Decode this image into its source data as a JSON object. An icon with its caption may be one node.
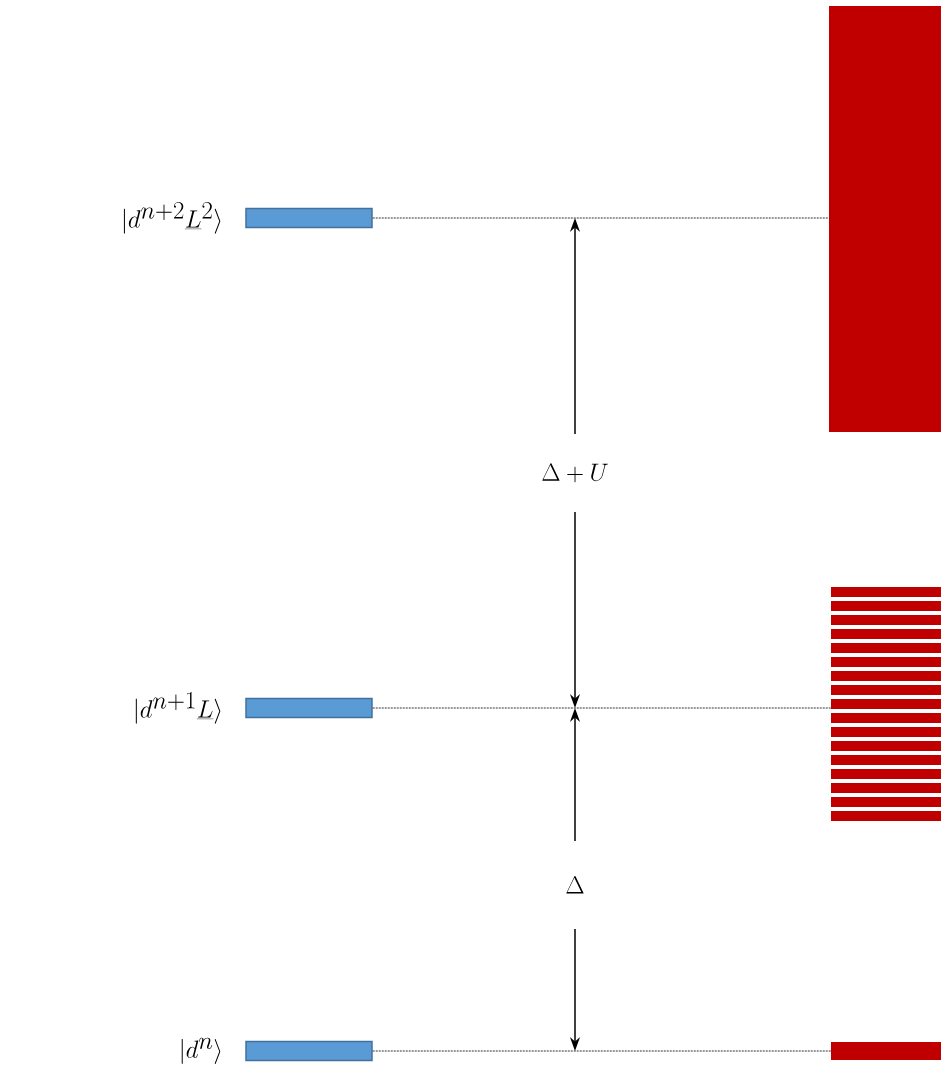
{
  "diagram": {
    "nodes": [
      {
        "text": [
          "|d^{n+2}\\underline{L}^{2}\\rangle"
        ]
      },
      {
        "text": [],
        "shape": "box"
      },
      {
        "text": [
          "|d^{n+1}\\underline{L}\\rangle"
        ]
      },
      {
        "text": [],
        "shape": "bands"
      },
      {
        "text": [
          "|d^{n}\\rangle"
        ]
      },
      {
        "text": [],
        "shape": "bar"
      }
    ],
    "edges": [
      {
        "from": 0,
        "to": 1,
        "arrow": "none",
        "style": "dashed"
      },
      {
        "from": 2,
        "to": 3,
        "arrow": "none",
        "style": "dashed"
      },
      {
        "from": 4,
        "to": 5,
        "arrow": "none",
        "style": "dashed"
      }
    ],
    "labels": [
      "\\Delta+U",
      "\\Delta"
    ]
  }
}
